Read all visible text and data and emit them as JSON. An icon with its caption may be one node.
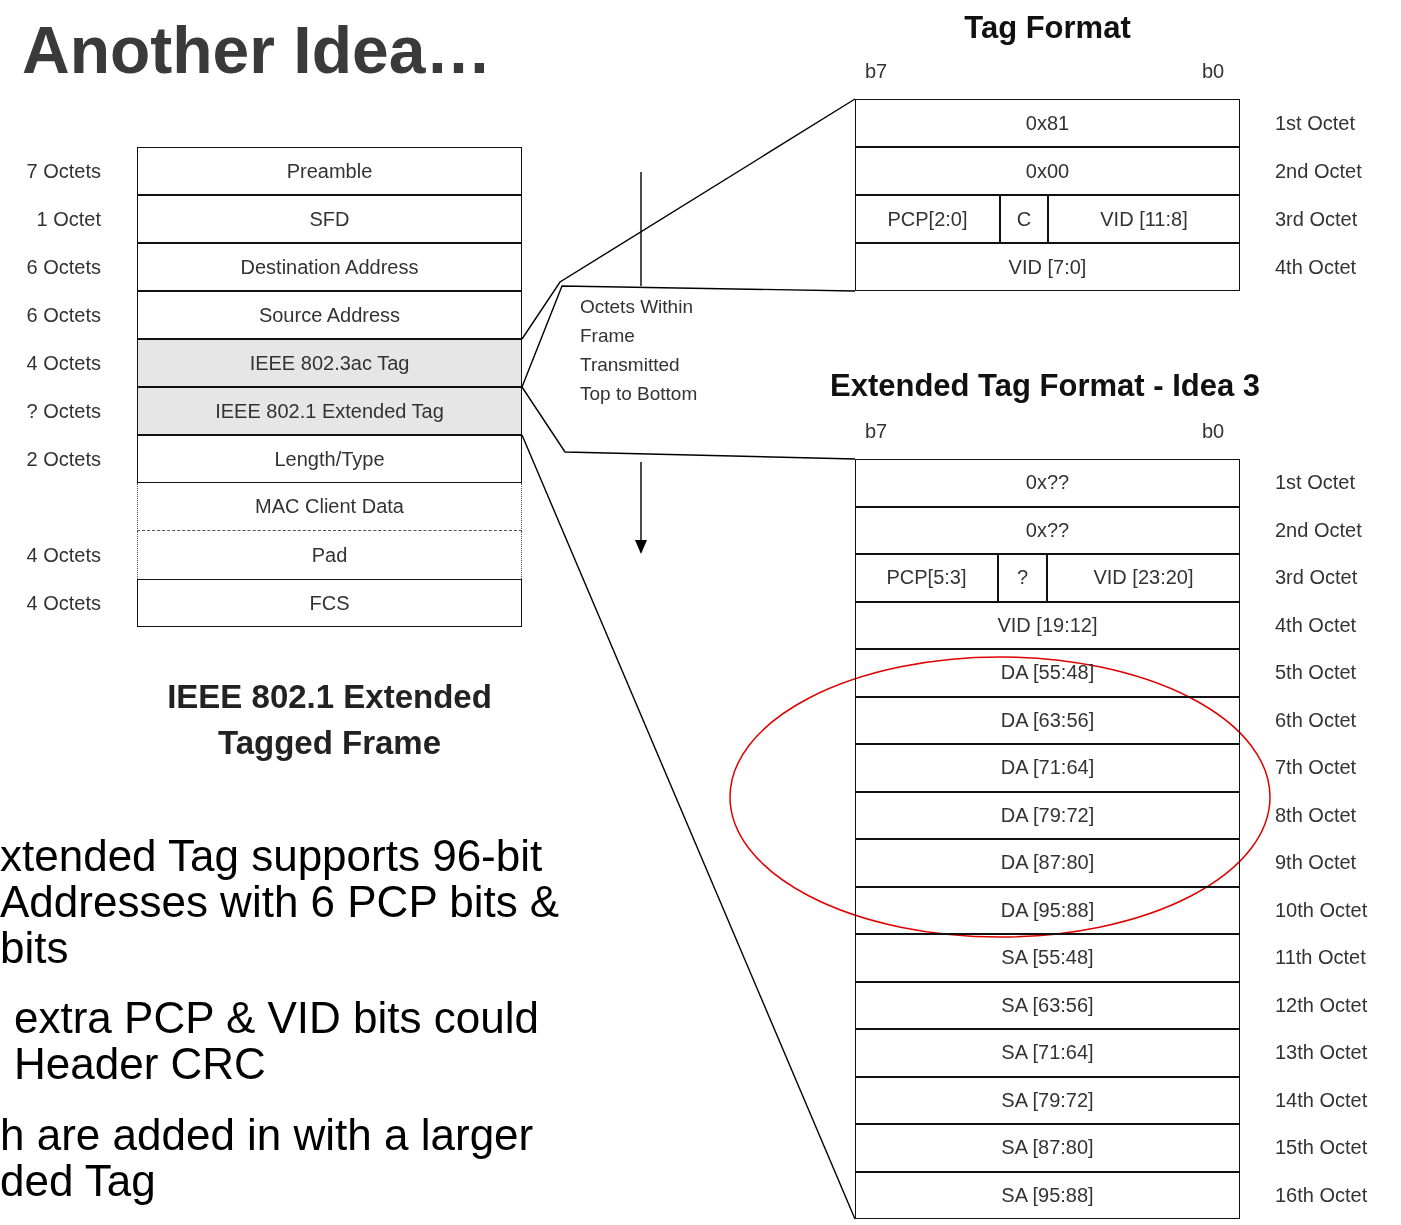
{
  "diagram": {
    "title": "Another Idea…",
    "caption": "IEEE 802.1 Extended Tagged Frame",
    "nodes": [
      {
        "text": [
          "Preamble"
        ],
        "beside": [
          "7 Octets"
        ]
      },
      {
        "text": [
          "SFD"
        ],
        "beside": [
          "1 Octet"
        ]
      },
      {
        "text": [
          "Destination Address"
        ],
        "beside": [
          "6 Octets"
        ]
      },
      {
        "text": [
          "Source Address"
        ],
        "beside": [
          "6 Octets"
        ]
      },
      {
        "text": [
          "IEEE 802.3ac Tag"
        ],
        "beside": [
          "4 Octets"
        ]
      },
      {
        "text": [
          "IEEE 802.1 Extended Tag"
        ],
        "beside": [
          "? Octets"
        ]
      },
      {
        "text": [
          "Length/Type"
        ],
        "beside": [
          "2 Octets"
        ]
      },
      {
        "text": [
          "MAC Client Data"
        ]
      },
      {
        "text": [
          "Pad"
        ],
        "beside": [
          "4 Octets"
        ]
      },
      {
        "text": [
          "FCS"
        ],
        "beside": [
          "4 Octets"
        ]
      },
      {
        "text": [
          "Tag Format"
        ]
      },
      {
        "text": [
          "0x81"
        ],
        "in": 10,
        "beside": [
          "1st Octet"
        ]
      },
      {
        "text": [
          "0x00"
        ],
        "in": 10,
        "beside": [
          "2nd Octet"
        ]
      },
      {
        "text": [
          "PCP[2:0]"
        ],
        "in": 10
      },
      {
        "text": [
          "C"
        ],
        "in": 10
      },
      {
        "text": [
          "VID [11:8]"
        ],
        "in": 10,
        "beside": [
          "3rd Octet"
        ]
      },
      {
        "text": [
          "VID [7:0]"
        ],
        "in": 10,
        "beside": [
          "4th Octet"
        ]
      },
      {
        "text": [
          "Extended Tag Format - Idea 3"
        ]
      },
      {
        "text": [
          "0x??"
        ],
        "in": 17,
        "beside": [
          "1st Octet"
        ]
      },
      {
        "text": [
          "0x??"
        ],
        "in": 17,
        "beside": [
          "2nd Octet"
        ]
      },
      {
        "text": [
          "PCP[5:3]"
        ],
        "in": 17
      },
      {
        "text": [
          "?"
        ],
        "in": 17
      },
      {
        "text": [
          "VID [23:20]"
        ],
        "in": 17,
        "beside": [
          "3rd Octet"
        ]
      },
      {
        "text": [
          "VID [19:12]"
        ],
        "in": 17,
        "beside": [
          "4th Octet"
        ]
      },
      {
        "text": [
          "DA [55:48]"
        ],
        "in": 17,
        "beside": [
          "5th Octet"
        ]
      },
      {
        "text": [
          "DA [63:56]"
        ],
        "in": 17,
        "beside": [
          "6th Octet"
        ]
      },
      {
        "text": [
          "DA [71:64]"
        ],
        "in": 17,
        "beside": [
          "7th Octet"
        ]
      },
      {
        "text": [
          "DA [79:72]"
        ],
        "in": 17,
        "beside": [
          "8th Octet"
        ]
      },
      {
        "text": [
          "DA [87:80]"
        ],
        "in": 17,
        "beside": [
          "9th Octet"
        ]
      },
      {
        "text": [
          "DA [95:88]"
        ],
        "in": 17,
        "beside": [
          "10th Octet"
        ]
      },
      {
        "text": [
          "SA [55:48]"
        ],
        "in": 17,
        "beside": [
          "11th Octet"
        ]
      },
      {
        "text": [
          "SA [63:56]"
        ],
        "in": 17,
        "beside": [
          "12th Octet"
        ]
      },
      {
        "text": [
          "SA [71:64]"
        ],
        "in": 17,
        "beside": [
          "13th Octet"
        ]
      },
      {
        "text": [
          "SA [79:72]"
        ],
        "in": 17,
        "beside": [
          "14th Octet"
        ]
      },
      {
        "text": [
          "SA [87:80]"
        ],
        "in": 17,
        "beside": [
          "15th Octet"
        ]
      },
      {
        "text": [
          "SA [95:88]"
        ],
        "in": 17,
        "beside": [
          "16th Octet"
        ]
      }
    ],
    "edges": [
      {
        "from": 4,
        "to": 10,
        "arrow": "none"
      },
      {
        "from": 4,
        "to": 10,
        "arrow": "none"
      },
      {
        "from": 5,
        "to": 17,
        "arrow": "none"
      },
      {
        "from": 5,
        "to": 17,
        "arrow": "none"
      }
    ],
    "labels": [
      "b7",
      "b0",
      "Octets Within Frame Transmitted Top to Bottom",
      "b7",
      "b0",
      "xtended Tag supports 96-bit Addresses with 6 PCP bits & bits",
      "extra PCP & VID bits could Header CRC",
      "h are added in with a larger ded Tag"
    ]
  }
}
